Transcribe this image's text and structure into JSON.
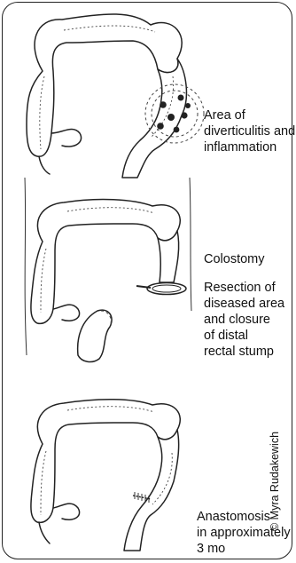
{
  "panels": [
    {
      "labels": [
        "Area of",
        "diverticulitis and",
        "inflammation"
      ]
    },
    {
      "labels_a": [
        "Colostomy"
      ],
      "labels_b": [
        "Resection of",
        "diseased area",
        "and closure",
        "of distal",
        "rectal stump"
      ]
    },
    {
      "labels": [
        "Anastomosis",
        "in approximately",
        "3 mo"
      ]
    }
  ],
  "credit": "© Myra Rudakewich"
}
